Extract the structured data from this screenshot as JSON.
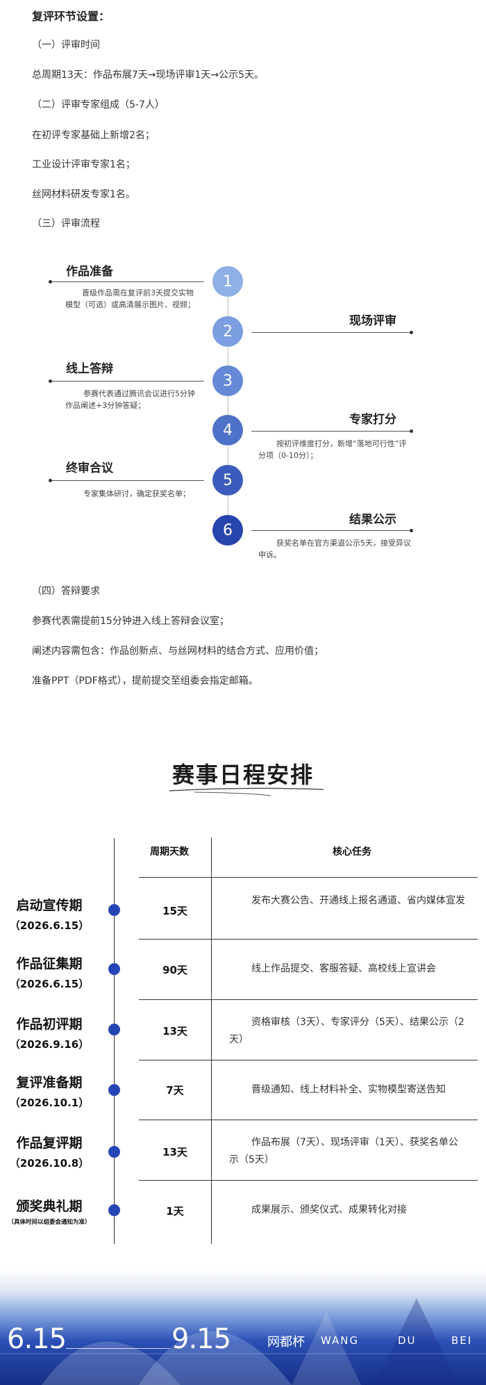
{
  "review": {
    "title": "复评环节设置：",
    "lines": [
      "（一）评审时间",
      "总周期13天：作品布展7天→现场评审1天→公示5天。",
      "（二）评审专家组成（5-7人）",
      "在初评专家基础上新增2名；",
      "工业设计评审专家1名；",
      "丝网材料研发专家1名。",
      "（三）评审流程"
    ]
  },
  "flow": {
    "steps": [
      {
        "num": "1",
        "title": "作品准备",
        "desc": "晋级作品需在复评前3天提交实物模型（可选）或高清展示图片、视频；",
        "color": "#8fb0e6"
      },
      {
        "num": "2",
        "title": "现场评审",
        "desc": "",
        "color": "#7a9ee0"
      },
      {
        "num": "3",
        "title": "线上答辩",
        "desc": "参赛代表通过腾讯会议进行5分钟作品阐述+3分钟答疑；",
        "color": "#6589d6"
      },
      {
        "num": "4",
        "title": "专家打分",
        "desc": "按初评维度打分，新增“落地可行性”评分项（0-10分）；",
        "color": "#4f72c9"
      },
      {
        "num": "5",
        "title": "终审合议",
        "desc": "专家集体研讨，确定获奖名单；",
        "color": "#3b5cbd"
      },
      {
        "num": "6",
        "title": "结果公示",
        "desc": "获奖名单在官方渠道公示5天，接受异议申诉。",
        "color": "#2845ad"
      }
    ]
  },
  "defense": {
    "lines": [
      "（四）答辩要求",
      "参赛代表需提前15分钟进入线上答辩会议室；",
      "阐述内容需包含：作品创新点、与丝网材料的结合方式、应用价值；",
      "准备PPT（PDF格式），提前提交至组委会指定邮箱。"
    ]
  },
  "schedule": {
    "title": "赛事日程安排",
    "headers": {
      "days": "周期天数",
      "tasks": "核心任务"
    },
    "rows": [
      {
        "name": "启动宣传期",
        "date": "（2026.6.15）",
        "days": "15天",
        "task": "发布大赛公告、开通线上报名通道、省内媒体宣发"
      },
      {
        "name": "作品征集期",
        "date": "（2026.6.15）",
        "days": "90天",
        "task": "线上作品提交、客服答疑、高校线上宣讲会"
      },
      {
        "name": "作品初评期",
        "date": "（2026.9.16）",
        "days": "13天",
        "task": "资格审核（3天）、专家评分（5天）、结果公示（2天）"
      },
      {
        "name": "复评准备期",
        "date": "（2026.10.1）",
        "days": "7天",
        "task": "晋级通知、线上材料补全、实物模型寄送告知"
      },
      {
        "name": "作品复评期",
        "date": "（2026.10.8）",
        "days": "13天",
        "task": "作品布展（7天）、现场评审（1天）、获奖名单公示（5天）"
      },
      {
        "name": "颁奖典礼期",
        "date": "（具体时间以组委会通知为准）",
        "days": "1天",
        "task": "成果展示、颁奖仪式、成果转化对接"
      }
    ]
  },
  "footer": {
    "date_start": "6.15",
    "date_end": "9.15",
    "brand": "网都杯",
    "brand_letters": [
      "WANG",
      "DU",
      "BEI"
    ]
  }
}
